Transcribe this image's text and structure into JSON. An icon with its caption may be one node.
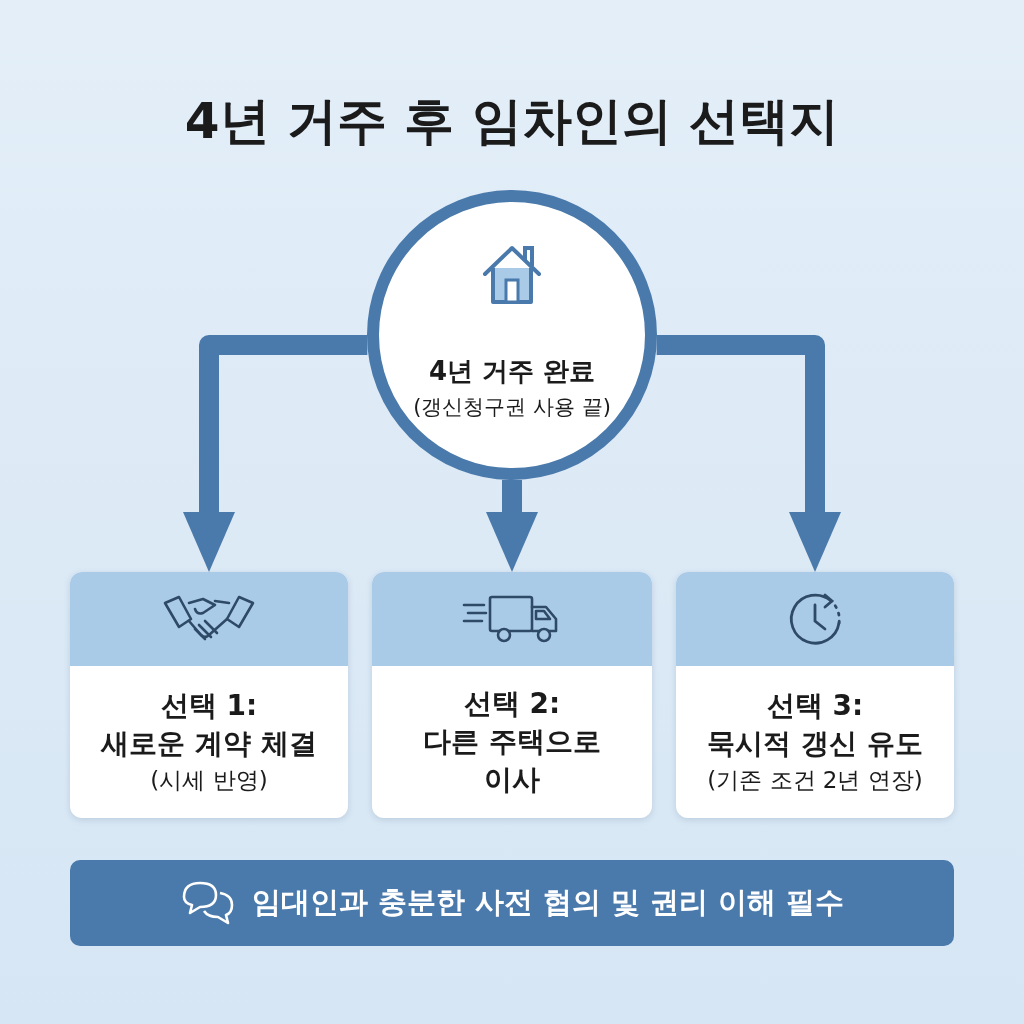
{
  "diagram": {
    "title": "4년 거주 후 임차인의 선택지",
    "nodes": [
      {
        "text": [
          "4년 거주 완료",
          "(갱신청구권 사용 끝)"
        ]
      },
      {
        "text": [
          "선택 1: 새로운 계약 체결",
          "(시세 반영)"
        ]
      },
      {
        "text": [
          "선택 2: 다른 주택으로 이사"
        ]
      },
      {
        "text": [
          "선택 3: 묵시적 갱신 유도",
          "(기존 조건 2년 연장)"
        ]
      },
      {
        "text": [
          "임대인과 충분한 사전 협의 및 권리 이해 필수"
        ]
      }
    ],
    "edges": [
      {
        "from": 0,
        "to": 1,
        "arrow": "to"
      },
      {
        "from": 0,
        "to": 2,
        "arrow": "to"
      },
      {
        "from": 0,
        "to": 3,
        "arrow": "to"
      }
    ]
  }
}
